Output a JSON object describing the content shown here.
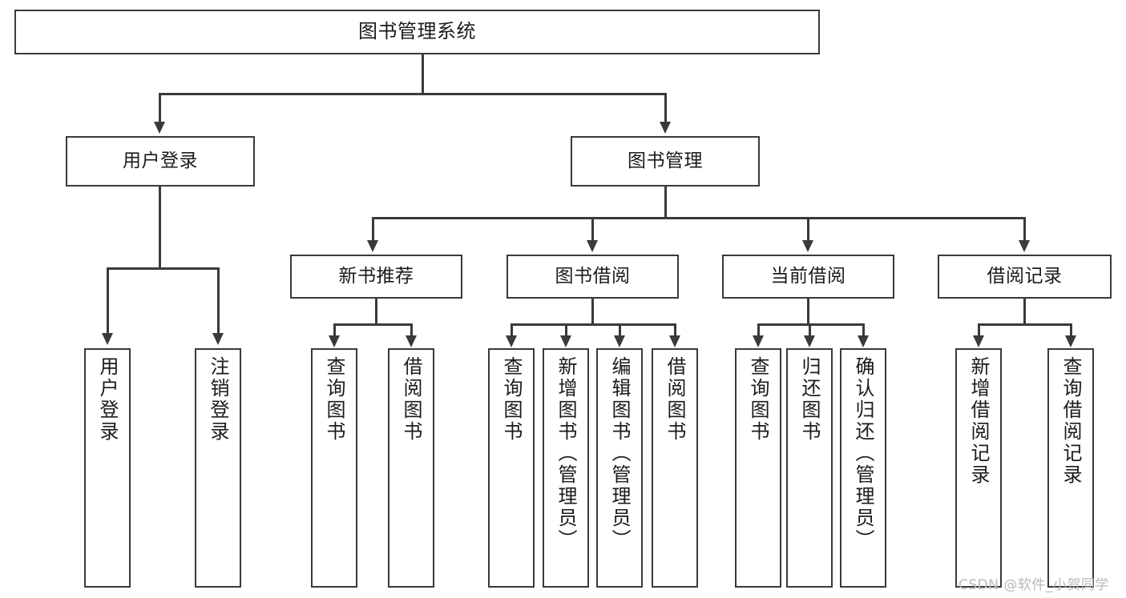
{
  "diagram": {
    "title": "图书管理系统",
    "type": "hierarchy-tree",
    "watermark": "CSDN @软件_小贺同学",
    "colors": {
      "stroke": "#3a3a3a",
      "box_fill": "#ffffff",
      "text": "#1b1b1b",
      "watermark": "#b9b9b9",
      "background": "#ffffff"
    },
    "root": {
      "label": "图书管理系统"
    },
    "level2": [
      {
        "label": "用户登录"
      },
      {
        "label": "图书管理"
      }
    ],
    "level3": [
      {
        "label": "新书推荐"
      },
      {
        "label": "图书借阅"
      },
      {
        "label": "当前借阅"
      },
      {
        "label": "借阅记录"
      }
    ],
    "leaves": {
      "user_login": [
        {
          "label": "用户登录"
        },
        {
          "label": "注销登录"
        }
      ],
      "new_book_recommend": [
        {
          "label": "查询图书"
        },
        {
          "label": "借阅图书"
        }
      ],
      "book_borrow": [
        {
          "label": "查询图书"
        },
        {
          "label": "新增图书（管理员）"
        },
        {
          "label": "编辑图书（管理员）"
        },
        {
          "label": "借阅图书"
        }
      ],
      "current_borrow": [
        {
          "label": "查询图书"
        },
        {
          "label": "归还图书"
        },
        {
          "label": "确认归还（管理员）"
        }
      ],
      "borrow_record": [
        {
          "label": "新增借阅记录"
        },
        {
          "label": "查询借阅记录"
        }
      ]
    }
  }
}
